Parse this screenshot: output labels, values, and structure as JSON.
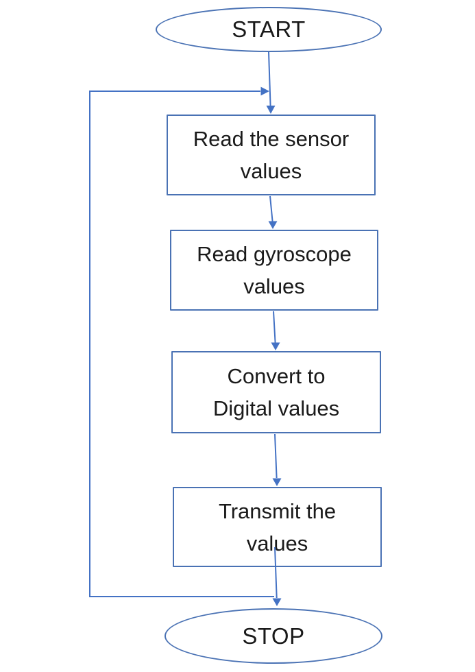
{
  "diagram": {
    "type": "flowchart",
    "colors": {
      "shape_border": "#4a72b4",
      "connector": "#4472C4",
      "text": "#1a1a1a",
      "background": "#ffffff"
    },
    "nodes": [
      {
        "id": "start",
        "type": "terminator",
        "label": "START"
      },
      {
        "id": "read-sensor",
        "type": "process",
        "label": "Read the sensor values",
        "lines": [
          "Read the sensor",
          "values"
        ]
      },
      {
        "id": "read-gyroscope",
        "type": "process",
        "label": "Read gyroscope values",
        "lines": [
          "Read gyroscope",
          "values"
        ]
      },
      {
        "id": "convert-digital",
        "type": "process",
        "label": "Convert to Digital values",
        "lines": [
          "Convert to",
          "Digital values"
        ]
      },
      {
        "id": "transmit",
        "type": "process",
        "label": "Transmit the values",
        "lines": [
          "Transmit the",
          "values"
        ]
      },
      {
        "id": "stop",
        "type": "terminator",
        "label": "STOP"
      }
    ],
    "edges": [
      {
        "from": "start",
        "to": "read-sensor"
      },
      {
        "from": "read-sensor",
        "to": "read-gyroscope"
      },
      {
        "from": "read-gyroscope",
        "to": "convert-digital"
      },
      {
        "from": "convert-digital",
        "to": "transmit"
      },
      {
        "from": "transmit",
        "to": "stop"
      },
      {
        "from": "transmit",
        "to": "read-sensor",
        "kind": "loop-back"
      }
    ]
  }
}
